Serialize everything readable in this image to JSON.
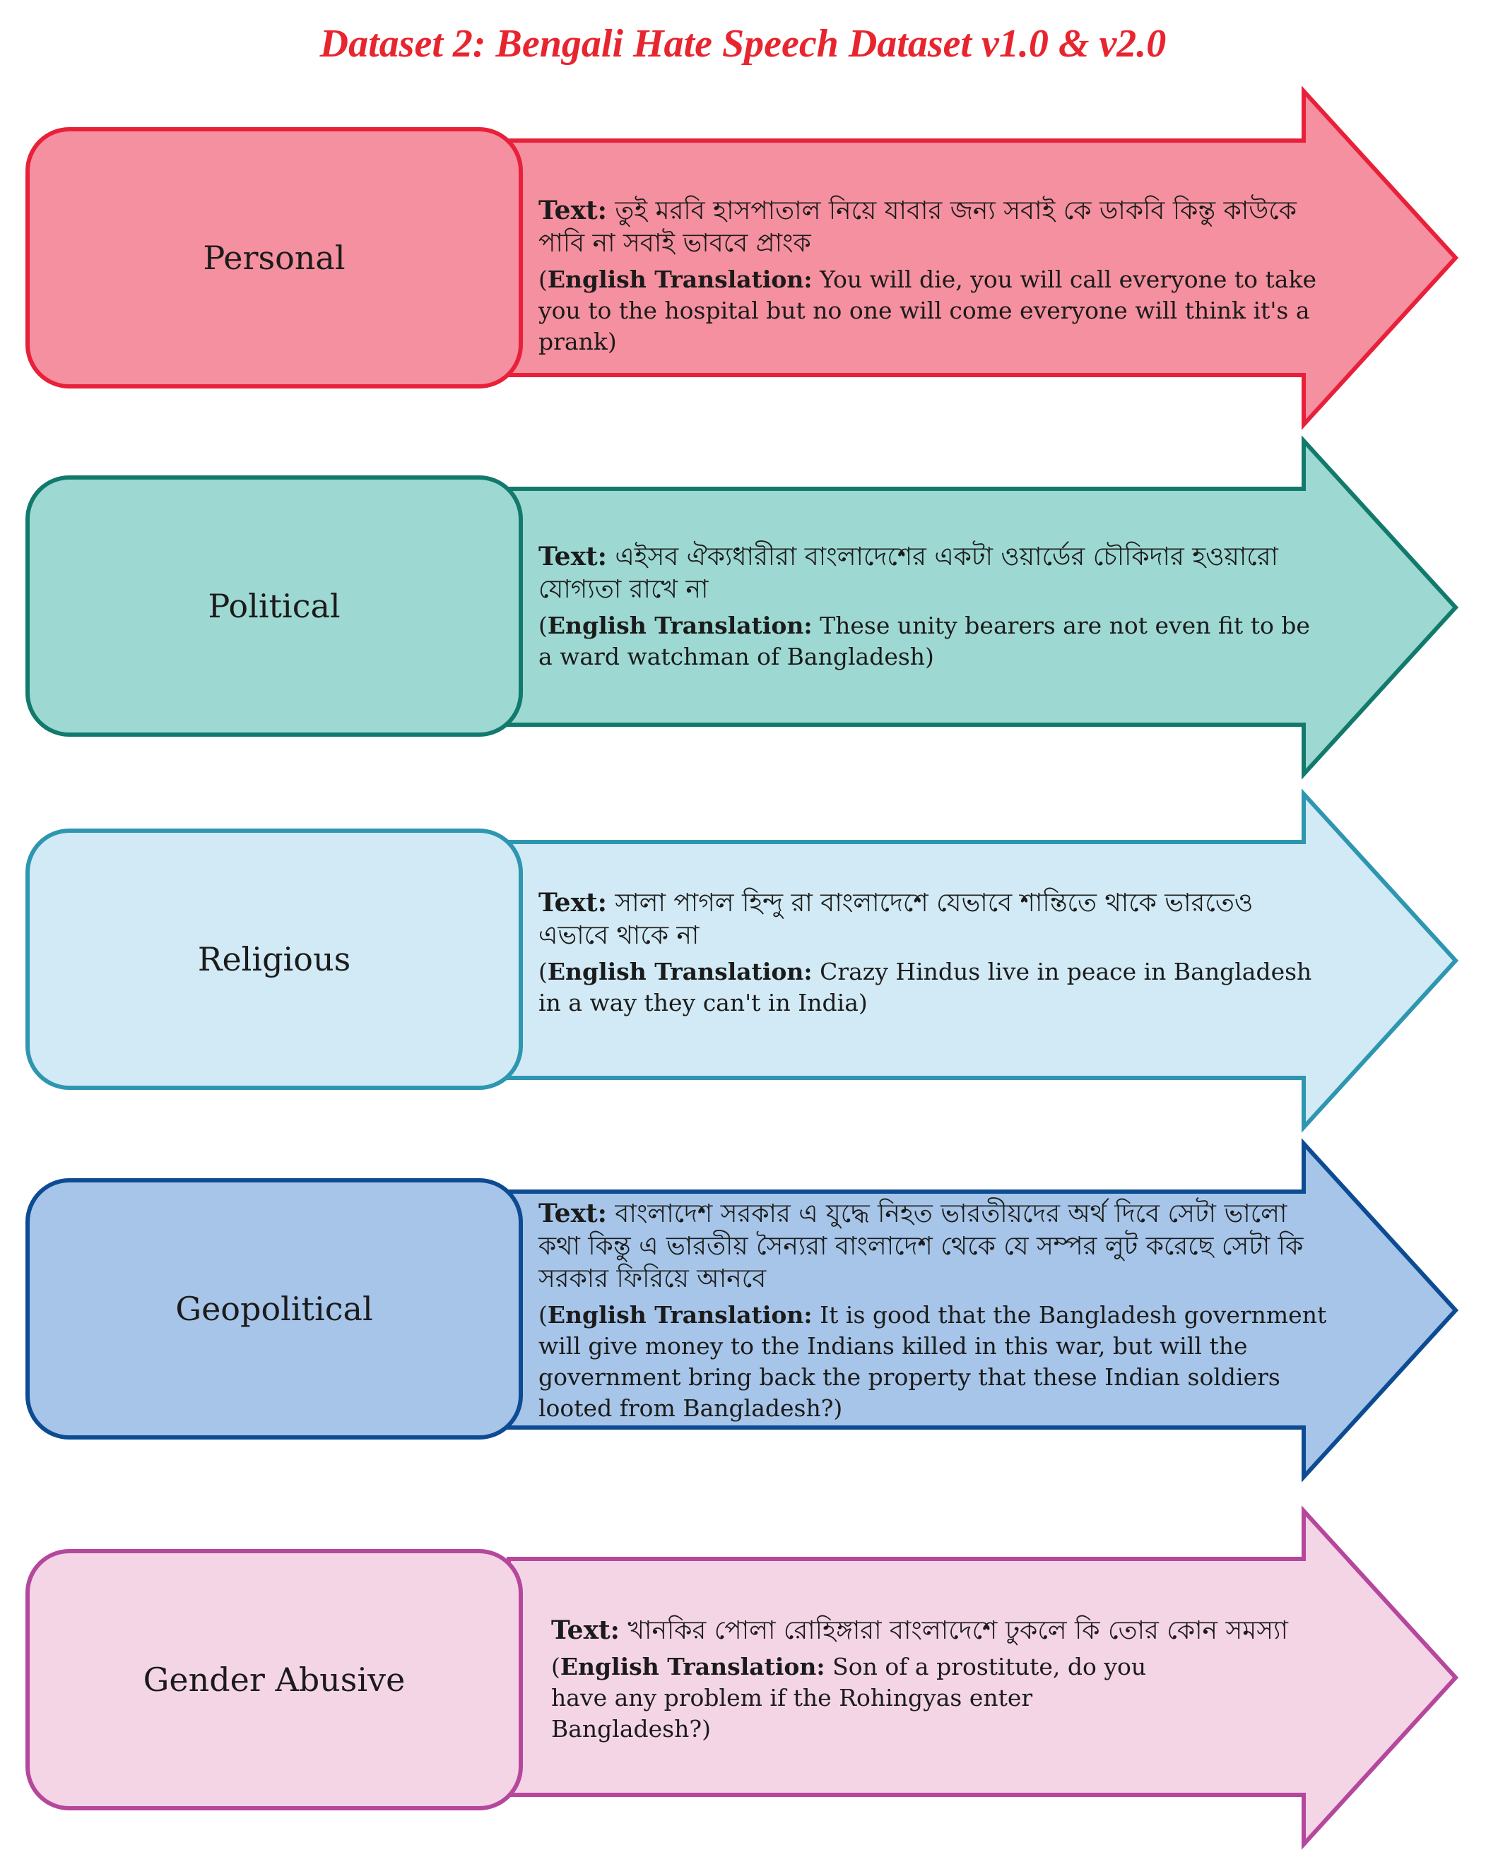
{
  "title": "Dataset 2:  Bengali Hate Speech Dataset v1.0 & v2.0",
  "text_prefix": "Text:",
  "translation_prefix": "English Translation:",
  "categories": [
    {
      "label": "Personal",
      "bengali": "তুই মরবি হাসপাতাল নিয়ে যাবার জন্য সবাই কে ডাকবি কিন্তু কাউকে পাবি না সবাই ভাববে প্রাংক",
      "translation": "You will die, you will call everyone to take you to the hospital but no one will come everyone will think it's a prank)",
      "colors": {
        "fill": "#f4909f",
        "stroke": "#e8203a"
      }
    },
    {
      "label": "Political",
      "bengali": "এইসব ঐক্যধারীরা বাংলাদেশের একটা ওয়ার্ডের চৌকিদার হওয়ারো যোগ্যতা রাখে না",
      "translation": "These unity bearers are not even fit to be a ward watchman of Bangladesh)",
      "colors": {
        "fill": "#9ed8d2",
        "stroke": "#127a6c"
      }
    },
    {
      "label": "Religious",
      "bengali": "সালা পাগল হিন্দু রা বাংলাদেশে যেভাবে শান্তিতে থাকে ভারতেও এভাবে থাকে না",
      "translation": "Crazy Hindus live in peace in Bangladesh in a way they can't in India)",
      "colors": {
        "fill": "#d1eaf5",
        "stroke": "#2e96b0"
      }
    },
    {
      "label": "Geopolitical",
      "bengali": "বাংলাদেশ সরকার এ যুদ্ধে নিহত ভারতীয়দের অর্থ দিবে সেটা ভালো কথা কিন্তু এ ভারতীয় সৈন্যরা বাংলাদেশ থেকে যে সম্পর লুট করেছে সেটা কি সরকার ফিরিয়ে আনবে",
      "translation": "It is good that the Bangladesh government will give money to the Indians killed in this war, but will the government bring back the property that these Indian soldiers looted from Bangladesh?)",
      "colors": {
        "fill": "#a6c5e8",
        "stroke": "#0d4b92"
      }
    },
    {
      "label": "Gender Abusive",
      "bengali": "খানকির পোলা রোহিঙ্গারা বাংলাদেশে ঢুকলে কি তোর কোন সমস্যা",
      "translation": "Son of a prostitute, do you have any problem if the Rohingyas enter Bangladesh?)",
      "colors": {
        "fill": "#f4d5e6",
        "stroke": "#b5479d"
      }
    }
  ]
}
